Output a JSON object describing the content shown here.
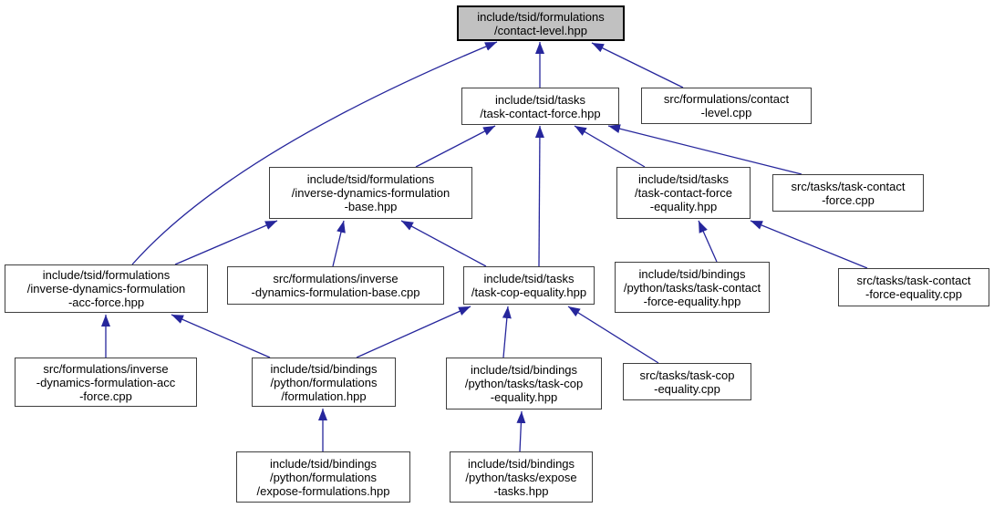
{
  "diagram": {
    "type": "include-dependency-graph",
    "colors": {
      "edge": "#26269C",
      "node_border": "#3f3f3f",
      "node_fill": "#ffffff",
      "highlight_fill": "#c1c1c1",
      "highlight_border": "#000000",
      "text": "#000000",
      "background": "#ffffff"
    },
    "nodes": [
      {
        "id": "contact-level-hpp",
        "label": "include/tsid/formulations\n/contact-level.hpp",
        "highlighted": true
      },
      {
        "id": "task-contact-force-hpp",
        "label": "include/tsid/tasks\n/task-contact-force.hpp",
        "highlighted": false
      },
      {
        "id": "contact-level-cpp",
        "label": "src/formulations/contact\n-level.cpp",
        "highlighted": false
      },
      {
        "id": "inverse-dynamics-formulation-base-hpp",
        "label": "include/tsid/formulations\n/inverse-dynamics-formulation\n-base.hpp",
        "highlighted": false
      },
      {
        "id": "task-contact-force-equality-hpp",
        "label": "include/tsid/tasks\n/task-contact-force\n-equality.hpp",
        "highlighted": false
      },
      {
        "id": "task-contact-force-cpp",
        "label": "src/tasks/task-contact\n-force.cpp",
        "highlighted": false
      },
      {
        "id": "inverse-dynamics-formulation-acc-force-hpp",
        "label": "include/tsid/formulations\n/inverse-dynamics-formulation\n-acc-force.hpp",
        "highlighted": false
      },
      {
        "id": "inverse-dynamics-formulation-base-cpp",
        "label": "src/formulations/inverse\n-dynamics-formulation-base.cpp",
        "highlighted": false
      },
      {
        "id": "task-cop-equality-hpp",
        "label": "include/tsid/tasks\n/task-cop-equality.hpp",
        "highlighted": false
      },
      {
        "id": "python-task-contact-force-equality-hpp",
        "label": "include/tsid/bindings\n/python/tasks/task-contact\n-force-equality.hpp",
        "highlighted": false
      },
      {
        "id": "task-contact-force-equality-cpp",
        "label": "src/tasks/task-contact\n-force-equality.cpp",
        "highlighted": false
      },
      {
        "id": "inverse-dynamics-formulation-acc-force-cpp",
        "label": "src/formulations/inverse\n-dynamics-formulation-acc\n-force.cpp",
        "highlighted": false
      },
      {
        "id": "python-formulation-hpp",
        "label": "include/tsid/bindings\n/python/formulations\n/formulation.hpp",
        "highlighted": false
      },
      {
        "id": "python-task-cop-equality-hpp",
        "label": "include/tsid/bindings\n/python/tasks/task-cop\n-equality.hpp",
        "highlighted": false
      },
      {
        "id": "task-cop-equality-cpp",
        "label": "src/tasks/task-cop\n-equality.cpp",
        "highlighted": false
      },
      {
        "id": "expose-formulations-hpp",
        "label": "include/tsid/bindings\n/python/formulations\n/expose-formulations.hpp",
        "highlighted": false
      },
      {
        "id": "expose-tasks-hpp",
        "label": "include/tsid/bindings\n/python/tasks/expose\n-tasks.hpp",
        "highlighted": false
      }
    ],
    "edges": [
      {
        "from": "inverse-dynamics-formulation-acc-force-hpp",
        "to": "contact-level-hpp"
      },
      {
        "from": "task-contact-force-hpp",
        "to": "contact-level-hpp"
      },
      {
        "from": "contact-level-cpp",
        "to": "contact-level-hpp"
      },
      {
        "from": "inverse-dynamics-formulation-base-hpp",
        "to": "task-contact-force-hpp"
      },
      {
        "from": "task-cop-equality-hpp",
        "to": "task-contact-force-hpp"
      },
      {
        "from": "task-contact-force-equality-hpp",
        "to": "task-contact-force-hpp"
      },
      {
        "from": "task-contact-force-cpp",
        "to": "task-contact-force-hpp"
      },
      {
        "from": "inverse-dynamics-formulation-acc-force-hpp",
        "to": "inverse-dynamics-formulation-base-hpp"
      },
      {
        "from": "inverse-dynamics-formulation-base-cpp",
        "to": "inverse-dynamics-formulation-base-hpp"
      },
      {
        "from": "task-cop-equality-hpp",
        "to": "inverse-dynamics-formulation-base-hpp"
      },
      {
        "from": "python-task-contact-force-equality-hpp",
        "to": "task-contact-force-equality-hpp"
      },
      {
        "from": "task-contact-force-equality-cpp",
        "to": "task-contact-force-equality-hpp"
      },
      {
        "from": "inverse-dynamics-formulation-acc-force-cpp",
        "to": "inverse-dynamics-formulation-acc-force-hpp"
      },
      {
        "from": "python-formulation-hpp",
        "to": "inverse-dynamics-formulation-acc-force-hpp"
      },
      {
        "from": "python-formulation-hpp",
        "to": "task-cop-equality-hpp"
      },
      {
        "from": "python-task-cop-equality-hpp",
        "to": "task-cop-equality-hpp"
      },
      {
        "from": "task-cop-equality-cpp",
        "to": "task-cop-equality-hpp"
      },
      {
        "from": "expose-formulations-hpp",
        "to": "python-formulation-hpp"
      },
      {
        "from": "expose-tasks-hpp",
        "to": "python-task-cop-equality-hpp"
      }
    ]
  }
}
